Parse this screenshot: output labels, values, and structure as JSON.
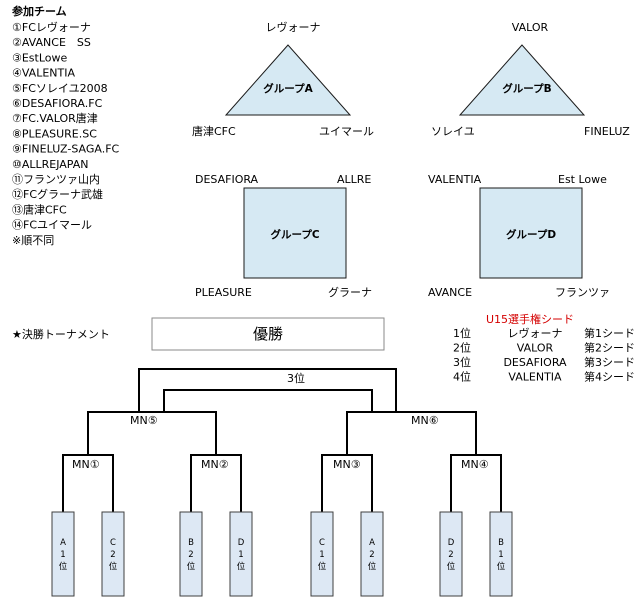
{
  "participants": {
    "heading": "参加チーム",
    "items": [
      "①FCレヴォーナ",
      "②AVANCE　SS",
      "③EstLowe",
      "④VALENTIA",
      "⑤FCソレイユ2008",
      "⑥DESAFIORA.FC",
      "⑦FC.VALOR唐津",
      "⑧PLEASURE.SC",
      "⑨FINELUZ-SAGA.FC",
      "⑩ALLREJAPAN",
      "⑪フランツァ山内",
      "⑫FCグラーナ武雄",
      "⑬唐津CFC",
      "⑭FCユイマール"
    ],
    "note": "※順不同"
  },
  "groups": {
    "a": {
      "label": "グループA",
      "top": "レヴォーナ",
      "left": "唐津CFC",
      "right": "ユイマール"
    },
    "b": {
      "label": "グループB",
      "top": "VALOR",
      "left": "ソレイユ",
      "right": "FINELUZ"
    },
    "c": {
      "label": "グループC",
      "top_left": "DESAFIORA",
      "top_right": "ALLRE",
      "bottom_left": "PLEASURE",
      "bottom_right": "グラーナ"
    },
    "d": {
      "label": "グループD",
      "top_left": "VALENTIA",
      "top_right": "Est Lowe",
      "bottom_left": "AVANCE",
      "bottom_right": "フランツァ"
    }
  },
  "tournament": {
    "heading": "★決勝トーナメント",
    "champion": "優勝",
    "third_place": "3位",
    "semi_left": "MN⑤",
    "semi_right": "MN⑥",
    "matches": [
      "MN①",
      "MN②",
      "MN③",
      "MN④"
    ],
    "slots": [
      "A\n1\n位",
      "C\n2\n位",
      "B\n2\n位",
      "D\n1\n位",
      "C\n1\n位",
      "A\n2\n位",
      "D\n2\n位",
      "B\n1\n位"
    ]
  },
  "seeds": {
    "title": "U15選手権シード",
    "rows": [
      {
        "rank": "1位",
        "team": "レヴォーナ",
        "seed": "第1シード"
      },
      {
        "rank": "2位",
        "team": "VALOR",
        "seed": "第2シード"
      },
      {
        "rank": "3位",
        "team": "DESAFIORA",
        "seed": "第3シード"
      },
      {
        "rank": "4位",
        "team": "VALENTIA",
        "seed": "第4シード"
      }
    ]
  },
  "colors": {
    "shape_fill": "#d6e9f3",
    "box_fill": "#dde8f4",
    "seed_title": "#d40000"
  }
}
